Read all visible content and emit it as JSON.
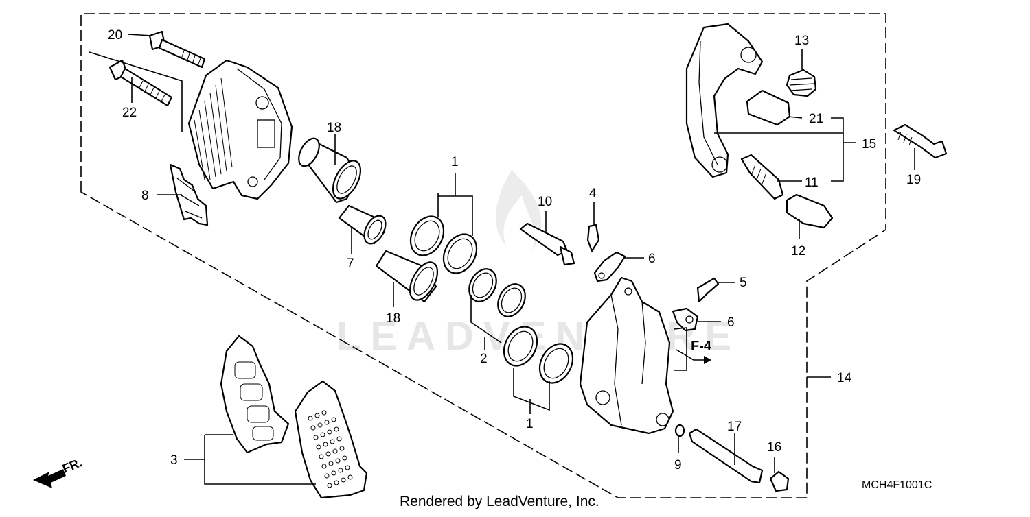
{
  "diagram": {
    "code": "MCH4F1001C",
    "credit": "Rendered by LeadVenture, Inc.",
    "watermark": "LEADVENTURE",
    "front_marker": "FR.",
    "reference": "F-4",
    "callouts": {
      "c1a": "1",
      "c1b": "1",
      "c2": "2",
      "c3": "3",
      "c4": "4",
      "c5": "5",
      "c6a": "6",
      "c6b": "6",
      "c7": "7",
      "c8": "8",
      "c9": "9",
      "c10": "10",
      "c11": "11",
      "c12": "12",
      "c13": "13",
      "c14": "14",
      "c15": "15",
      "c16": "16",
      "c17": "17",
      "c18a": "18",
      "c18b": "18",
      "c19": "19",
      "c20": "20",
      "c21": "21",
      "c22": "22"
    }
  }
}
